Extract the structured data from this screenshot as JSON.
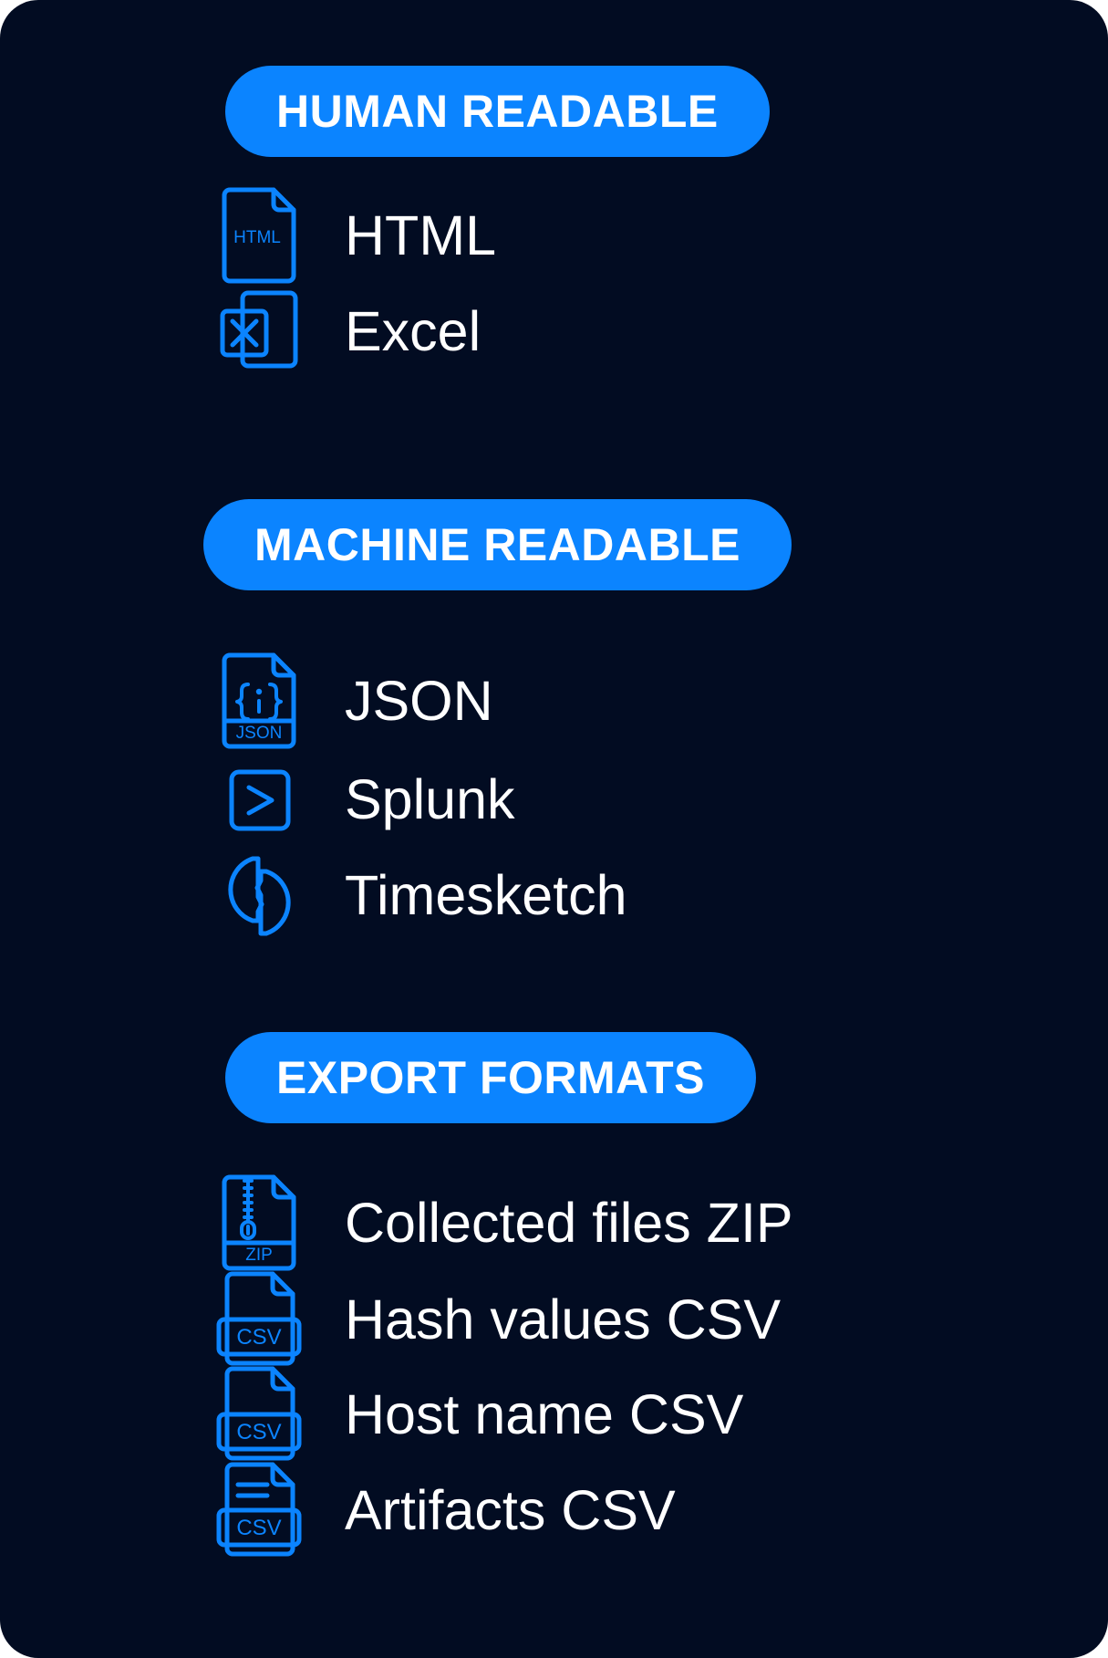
{
  "card": {
    "background_color": "#020c22",
    "accent_color": "#0b84ff",
    "text_color": "#ffffff"
  },
  "sections": [
    {
      "id": "human-readable",
      "badge": "HUMAN READABLE",
      "items": [
        {
          "label": "HTML",
          "icon": "html-file-icon",
          "icon_text": "HTML"
        },
        {
          "label": "Excel",
          "icon": "excel-file-icon",
          "icon_text": "X"
        }
      ]
    },
    {
      "id": "machine-readable",
      "badge": "MACHINE READABLE",
      "items": [
        {
          "label": "JSON",
          "icon": "json-file-icon",
          "icon_text": "JSON"
        },
        {
          "label": "Splunk",
          "icon": "splunk-chevron-icon",
          "icon_text": ">"
        },
        {
          "label": "Timesketch",
          "icon": "timesketch-split-circle-icon",
          "icon_text": ""
        }
      ]
    },
    {
      "id": "export-formats",
      "badge": "EXPORT FORMATS",
      "items": [
        {
          "label": "Collected files ZIP",
          "icon": "zip-file-icon",
          "icon_text": "ZIP"
        },
        {
          "label": "Hash values CSV",
          "icon": "csv-file-icon",
          "icon_text": "CSV"
        },
        {
          "label": "Host name CSV",
          "icon": "csv-file-icon",
          "icon_text": "CSV"
        },
        {
          "label": "Artifacts CSV",
          "icon": "csv-lines-file-icon",
          "icon_text": "CSV"
        }
      ]
    }
  ]
}
